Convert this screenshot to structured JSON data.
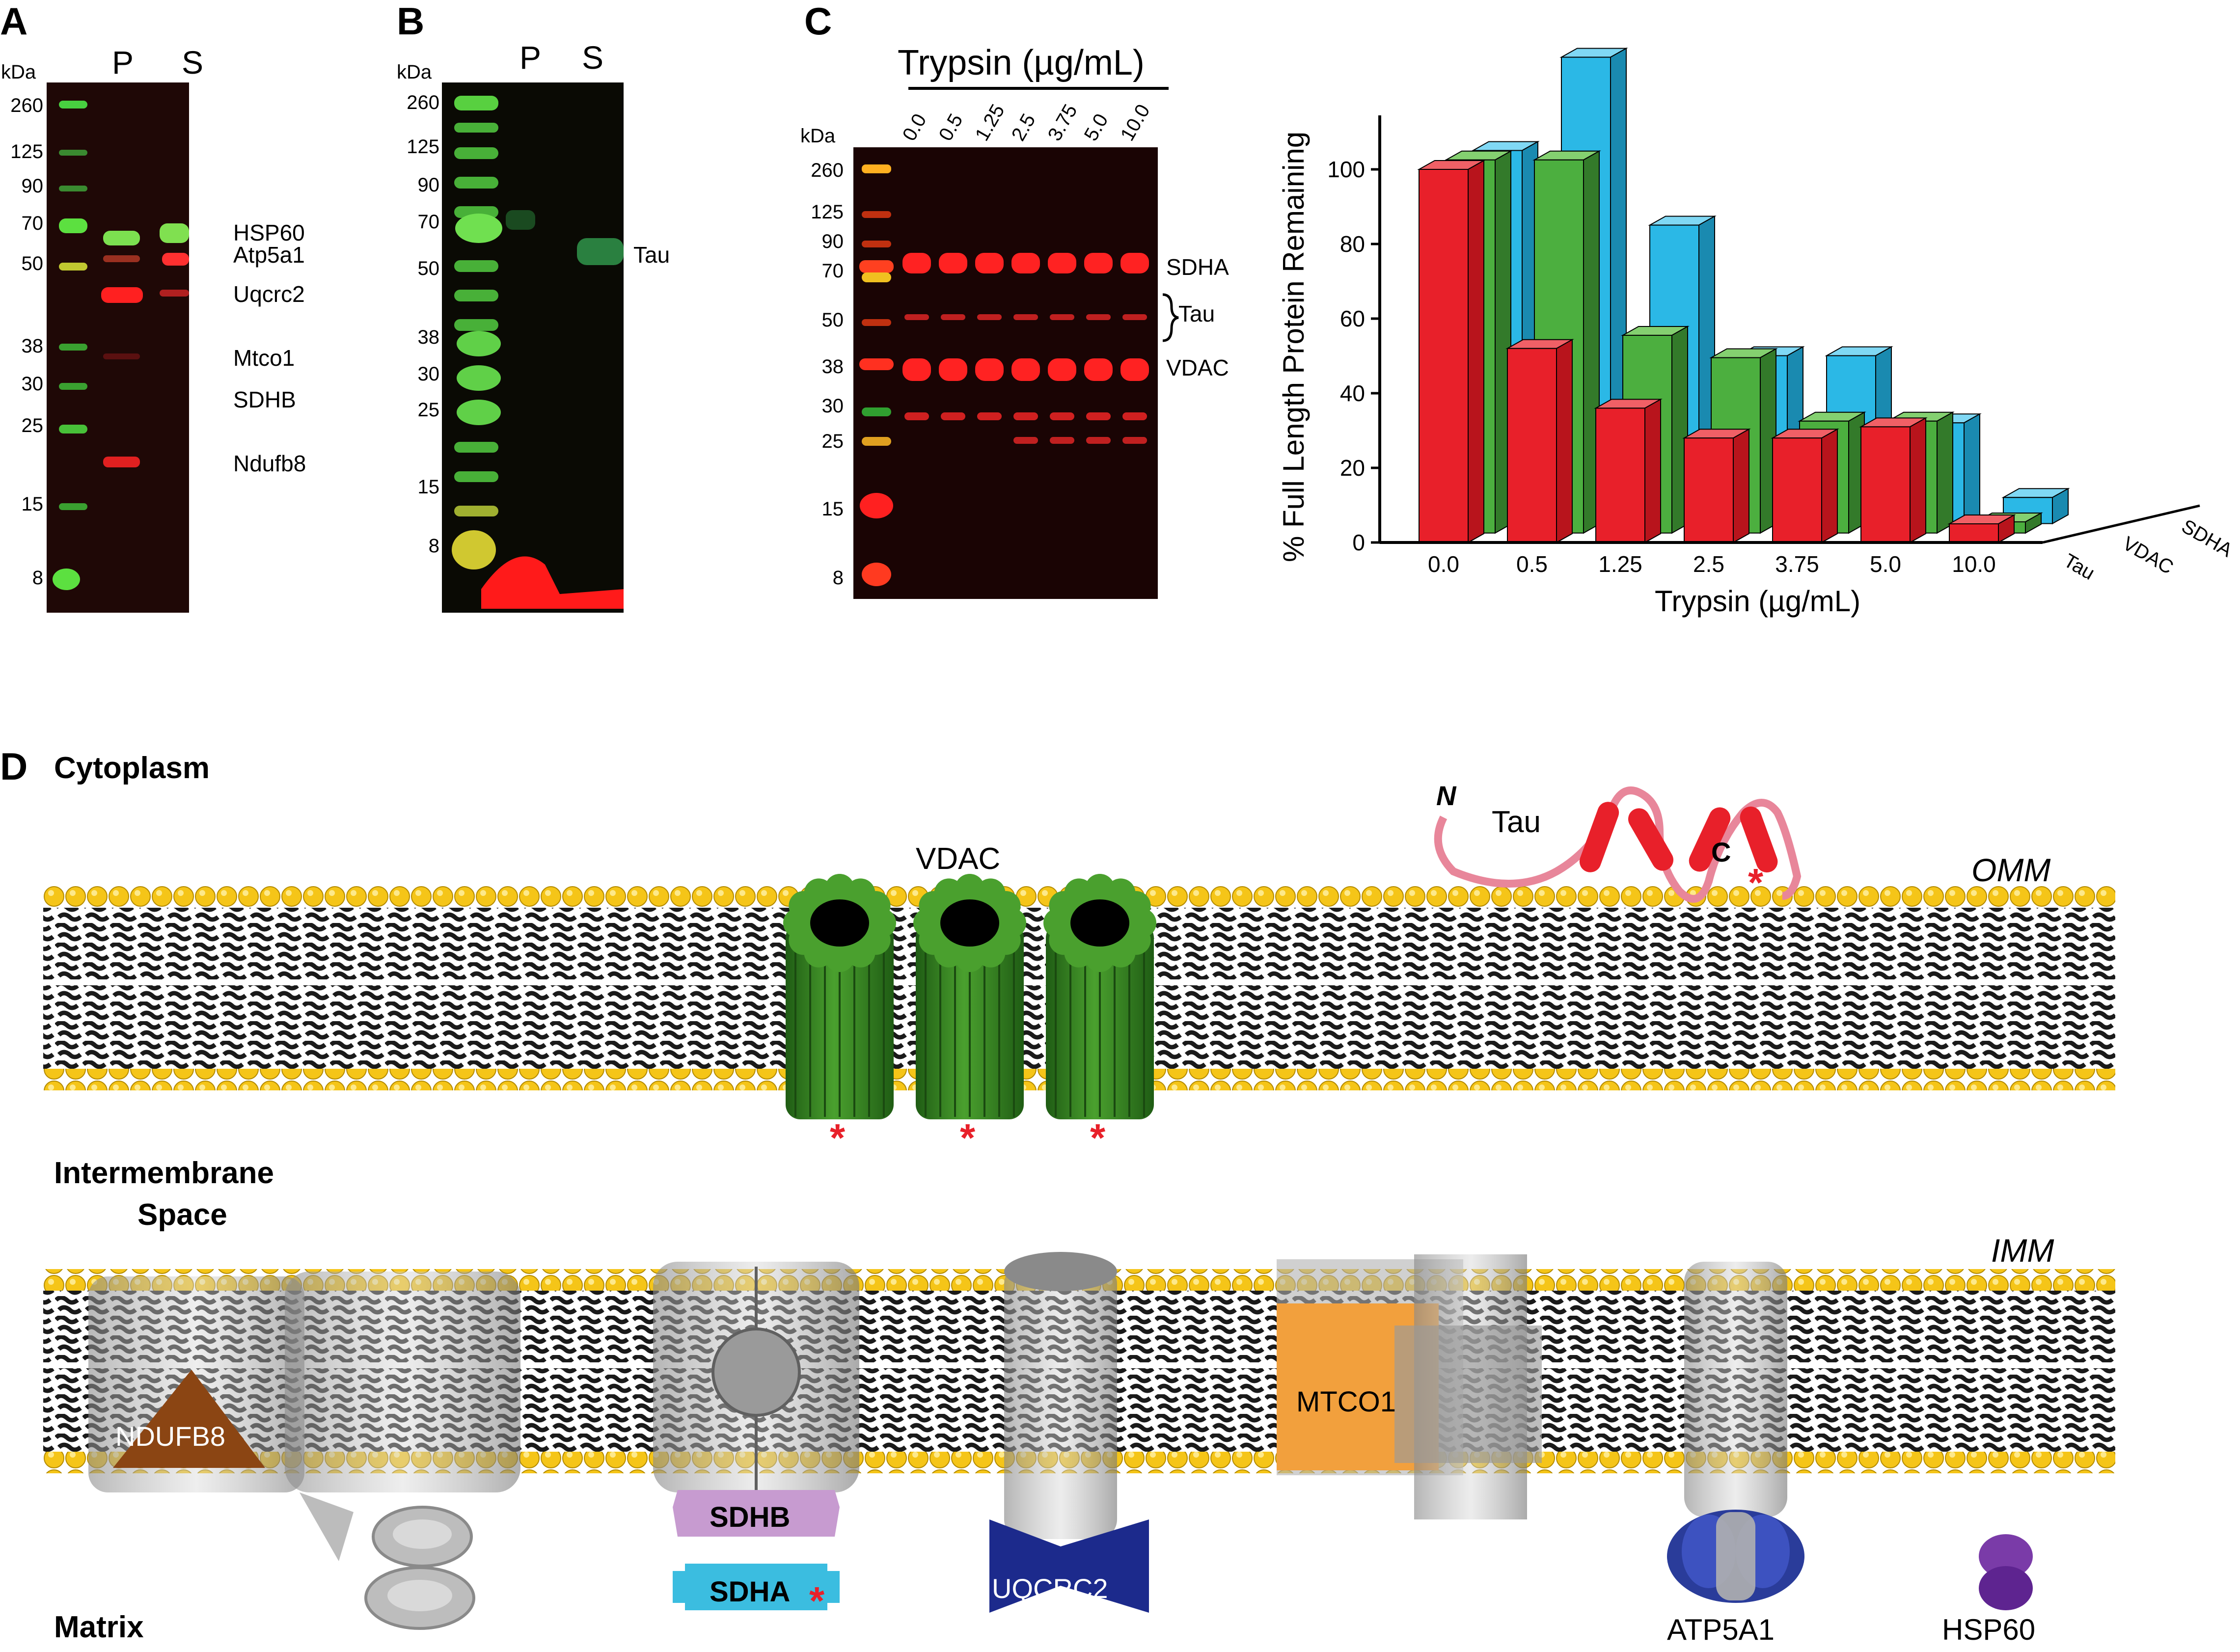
{
  "panelA": {
    "letter": "A",
    "kda": "kDa",
    "markers": [
      "260",
      "125",
      "90",
      "70",
      "50",
      "38",
      "30",
      "25",
      "15",
      "8"
    ],
    "lanes": [
      "P",
      "S"
    ],
    "bands": [
      "HSP60",
      "Atp5a1",
      "Uqcrc2",
      "Mtco1",
      "SDHB",
      "Ndufb8"
    ]
  },
  "panelB": {
    "letter": "B",
    "kda": "kDa",
    "markers": [
      "260",
      "125",
      "90",
      "70",
      "50",
      "38",
      "30",
      "25",
      "15",
      "8"
    ],
    "lanes": [
      "P",
      "S"
    ],
    "band": "Tau"
  },
  "panelC": {
    "letter": "C",
    "kda": "kDa",
    "trypsin_title": "Trypsin (µg/mL)",
    "lane_conc": [
      "0.0",
      "0.5",
      "1.25",
      "2.5",
      "3.75",
      "5.0",
      "10.0"
    ],
    "markers": [
      "260",
      "125",
      "90",
      "70",
      "50",
      "38",
      "30",
      "25",
      "15",
      "8"
    ],
    "bands": [
      "SDHA",
      "Tau",
      "VDAC"
    ]
  },
  "chart_data": {
    "type": "bar",
    "ylabel": "% Full Length Protein Remaining",
    "xlabel": "Trypsin (µg/mL)",
    "categories": [
      "0.0",
      "0.5",
      "1.25",
      "2.5",
      "3.75",
      "5.0",
      "10.0"
    ],
    "yticks": [
      "0",
      "20",
      "40",
      "60",
      "80",
      "100"
    ],
    "ylim": [
      0,
      110
    ],
    "series": [
      {
        "name": "Tau",
        "color": "#e8202a",
        "values": [
          100,
          52,
          36,
          28,
          28,
          31,
          5
        ]
      },
      {
        "name": "VDAC",
        "color": "#4caf3f",
        "values": [
          100,
          100,
          53,
          47,
          30,
          30,
          3
        ]
      },
      {
        "name": "SDHA",
        "color": "#2bb8e6",
        "values": [
          100,
          125,
          80,
          45,
          45,
          27,
          7
        ]
      }
    ]
  },
  "panelD": {
    "letter": "D",
    "cytoplasm": "Cytoplasm",
    "intermembrane1": "Intermembrane",
    "intermembrane2": "Space",
    "matrix": "Matrix",
    "omm": "OMM",
    "imm": "IMM",
    "vdac": "VDAC",
    "tau": "Tau",
    "n_term": "N",
    "c_term": "C",
    "ndufb8": "NDUFB8",
    "sdhb": "SDHB",
    "sdha": "SDHA",
    "uqcrc2": "UQCRC2",
    "mtco1": "MTCO1",
    "atp5a1": "ATP5A1",
    "hsp60": "HSP60",
    "colors": {
      "vdac": "#3c8c28",
      "tau": "#e8202a",
      "ndufb8": "#8b4513",
      "sdhb": "#c79bd0",
      "sdha": "#3bbde0",
      "uqcrc2": "#1c2a8c",
      "mtco1": "#f2a03d",
      "atp5a1": "#2a3c9a",
      "hsp60": "#6a2d96"
    }
  }
}
